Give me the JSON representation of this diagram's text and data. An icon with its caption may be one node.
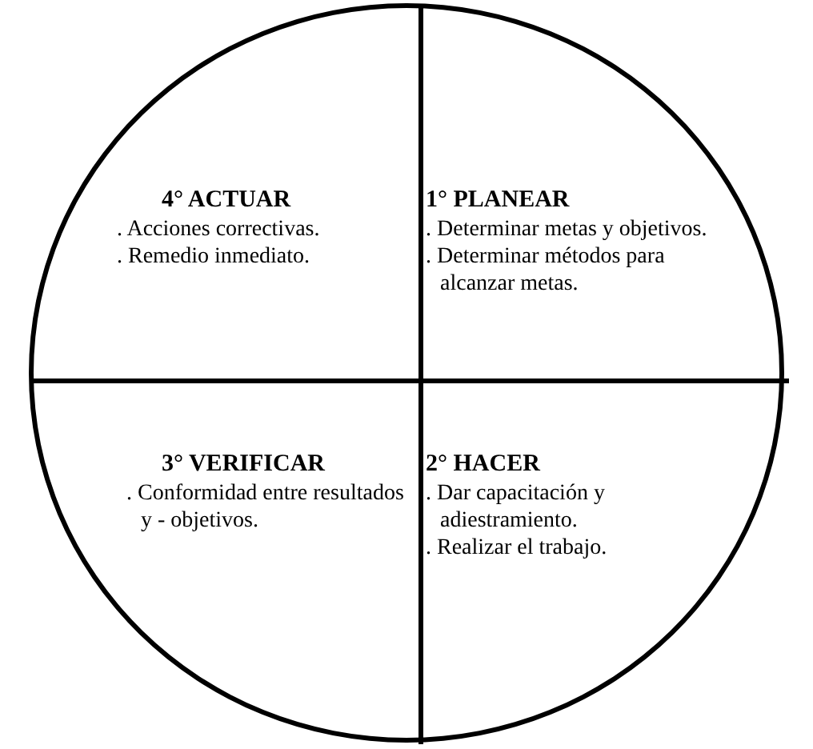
{
  "diagram": {
    "nodes": [
      {
        "text": [],
        "shape": "circle"
      },
      {
        "text": [
          "4° ACTUAR",
          ". Acciones correctivas.",
          ". Remedio inmediato."
        ],
        "in": 0
      },
      {
        "text": [
          "1° PLANEAR",
          ". Determinar metas y objetivos.",
          ". Determinar métodos para alcanzar metas."
        ],
        "in": 0
      },
      {
        "text": [
          "3° VERIFICAR",
          ". Conformidad entre resultados y - objetivos."
        ],
        "in": 0
      },
      {
        "text": [
          "2° HACER",
          ". Dar capacitación y adiestramiento.",
          ". Realizar el trabajo."
        ],
        "in": 0
      }
    ]
  }
}
